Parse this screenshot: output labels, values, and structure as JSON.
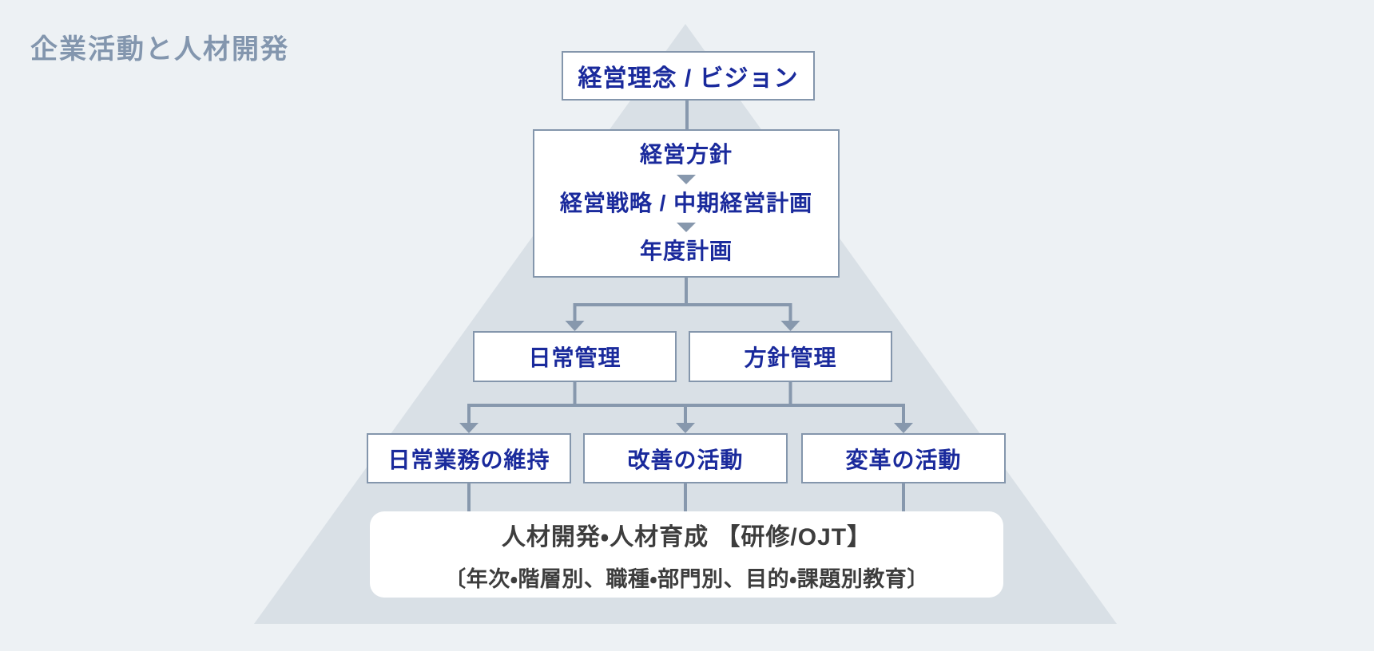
{
  "title": "企業活動と人材開発",
  "diagram": {
    "vision": "経営理念 / ビジョン",
    "policy_flow": [
      "経営方針",
      "経営戦略 / 中期経営計画",
      "年度計画"
    ],
    "management": [
      "日常管理",
      "方針管理"
    ],
    "activities": [
      "日常業務の維持",
      "改善の活動",
      "変革の活動"
    ],
    "hrd": {
      "line1": "人材開発・人材育成 【研修/OJT】",
      "line2": "〔年次・階層別、職種・部門別、目的・課題別教育〕"
    }
  },
  "colors": {
    "background": "#edf1f4",
    "pyramid_fill": "#d9e0e6",
    "box_border": "#8496ac",
    "connector": "#8798ad",
    "box_text": "#1a2a9c",
    "title_text": "#8396ae",
    "hrd_text": "#3d3d3d",
    "box_background": "#ffffff"
  }
}
